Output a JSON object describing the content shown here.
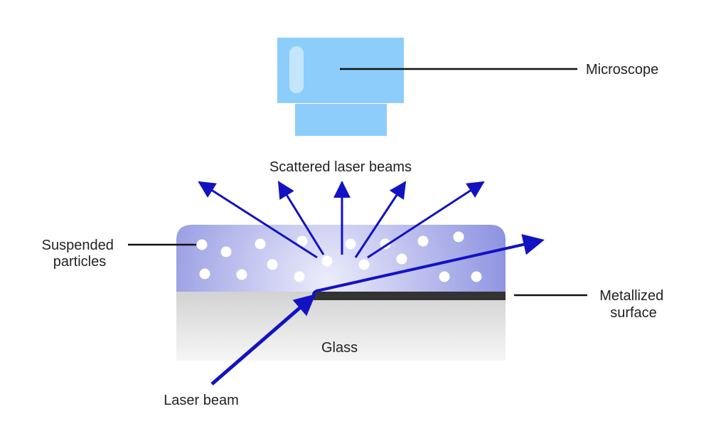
{
  "labels": {
    "microscope": "Microscope",
    "scattered": "Scattered laser beams",
    "suspended_line1": "Suspended",
    "suspended_line2": "particles",
    "metallized_line1": "Metallized",
    "metallized_line2": "surface",
    "glass": "Glass",
    "laser_beam": "Laser beam"
  },
  "colors": {
    "microscope": "#8ccdfc",
    "microscope_highlight": "#c4e6fd",
    "liquid_edge": "#7e84dc",
    "liquid_center": "#ecedfb",
    "glass_top": "#d2d2d2",
    "glass_bottom": "#f6f6f6",
    "metal": "#333333",
    "beam": "#1212c2",
    "leader": "#111111",
    "particle": "#ffffff"
  },
  "icons": [
    "microscope-objective-icon"
  ]
}
